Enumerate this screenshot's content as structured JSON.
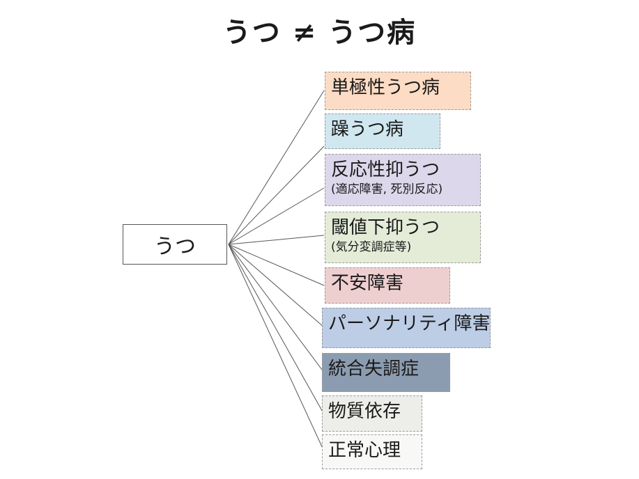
{
  "title": "うつ ≠ うつ病",
  "root": {
    "label": "うつ"
  },
  "nodes": [
    {
      "main": "単極性うつ病",
      "sub": "",
      "color": "#fcdcc4"
    },
    {
      "main": "躁うつ病",
      "sub": "",
      "color": "#d0e7ef"
    },
    {
      "main": "反応性抑うつ",
      "sub": "(適応障害, 死別反応)",
      "color": "#ddd7eb"
    },
    {
      "main": "閾値下抑うつ",
      "sub": "(気分変調症等)",
      "color": "#e4ecd8"
    },
    {
      "main": "不安障害",
      "sub": "",
      "color": "#eecfd0"
    },
    {
      "main": "パーソナリティ障害",
      "sub": "",
      "color": "#bccde5"
    },
    {
      "main": "統合失調症",
      "sub": "",
      "color": "#8c9cb0"
    },
    {
      "main": "物質依存",
      "sub": "",
      "color": "#ededea"
    },
    {
      "main": "正常心理",
      "sub": "",
      "color": "#f8f8f6"
    }
  ]
}
